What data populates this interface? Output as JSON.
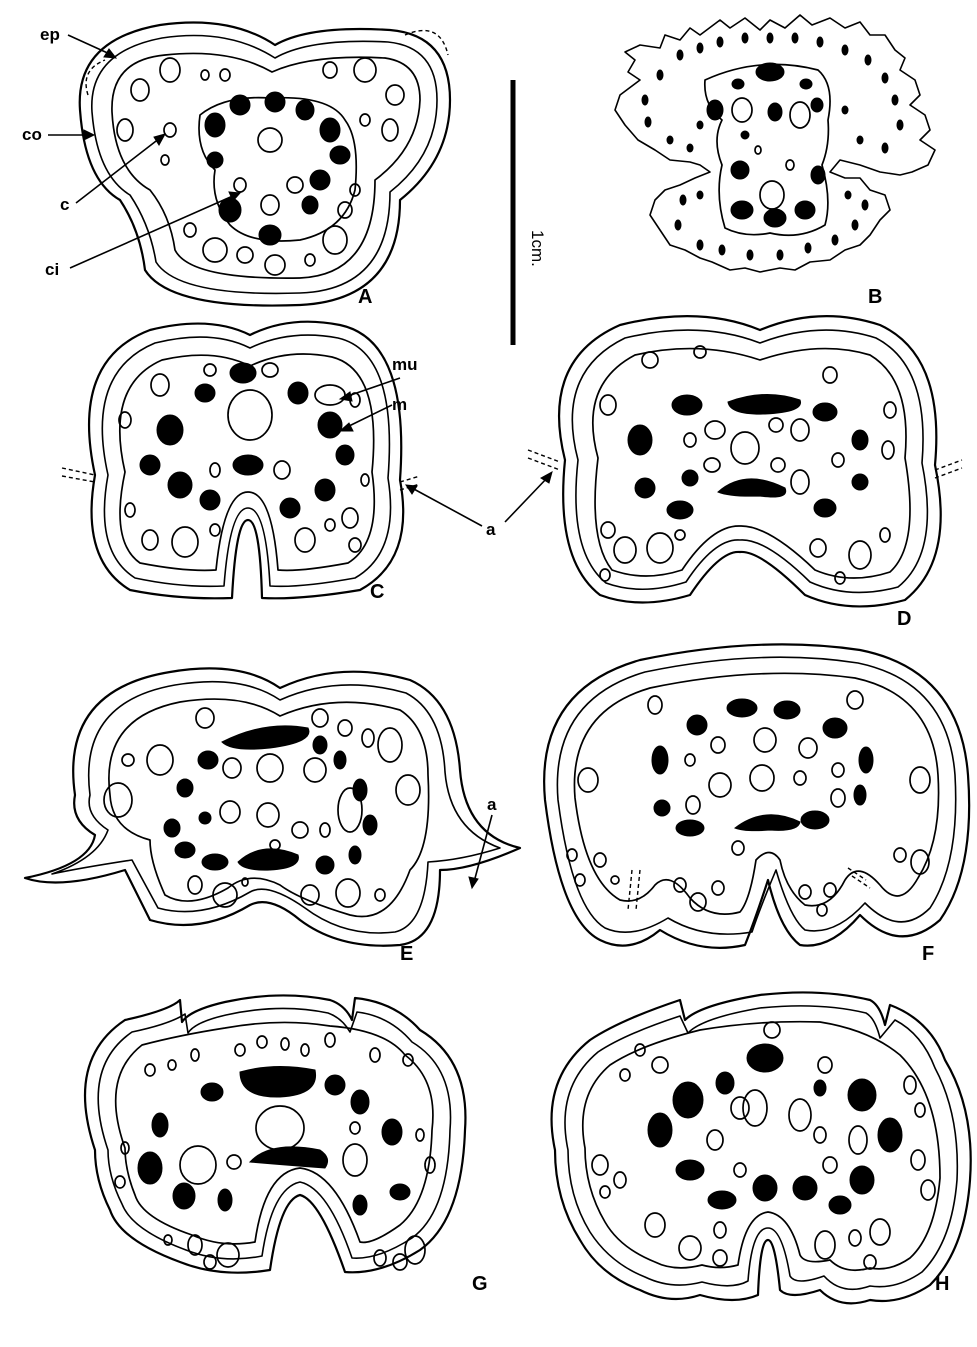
{
  "panel_labels": {
    "A": "A",
    "B": "B",
    "C": "C",
    "D": "D",
    "E": "E",
    "F": "F",
    "G": "G",
    "H": "H"
  },
  "part_labels": {
    "ep": "ep",
    "co": "co",
    "c": "c",
    "ci": "ci",
    "mu": "mu",
    "m": "m",
    "a_cd": "a",
    "a_e": "a"
  },
  "scale_bar": {
    "label": "1cm."
  }
}
